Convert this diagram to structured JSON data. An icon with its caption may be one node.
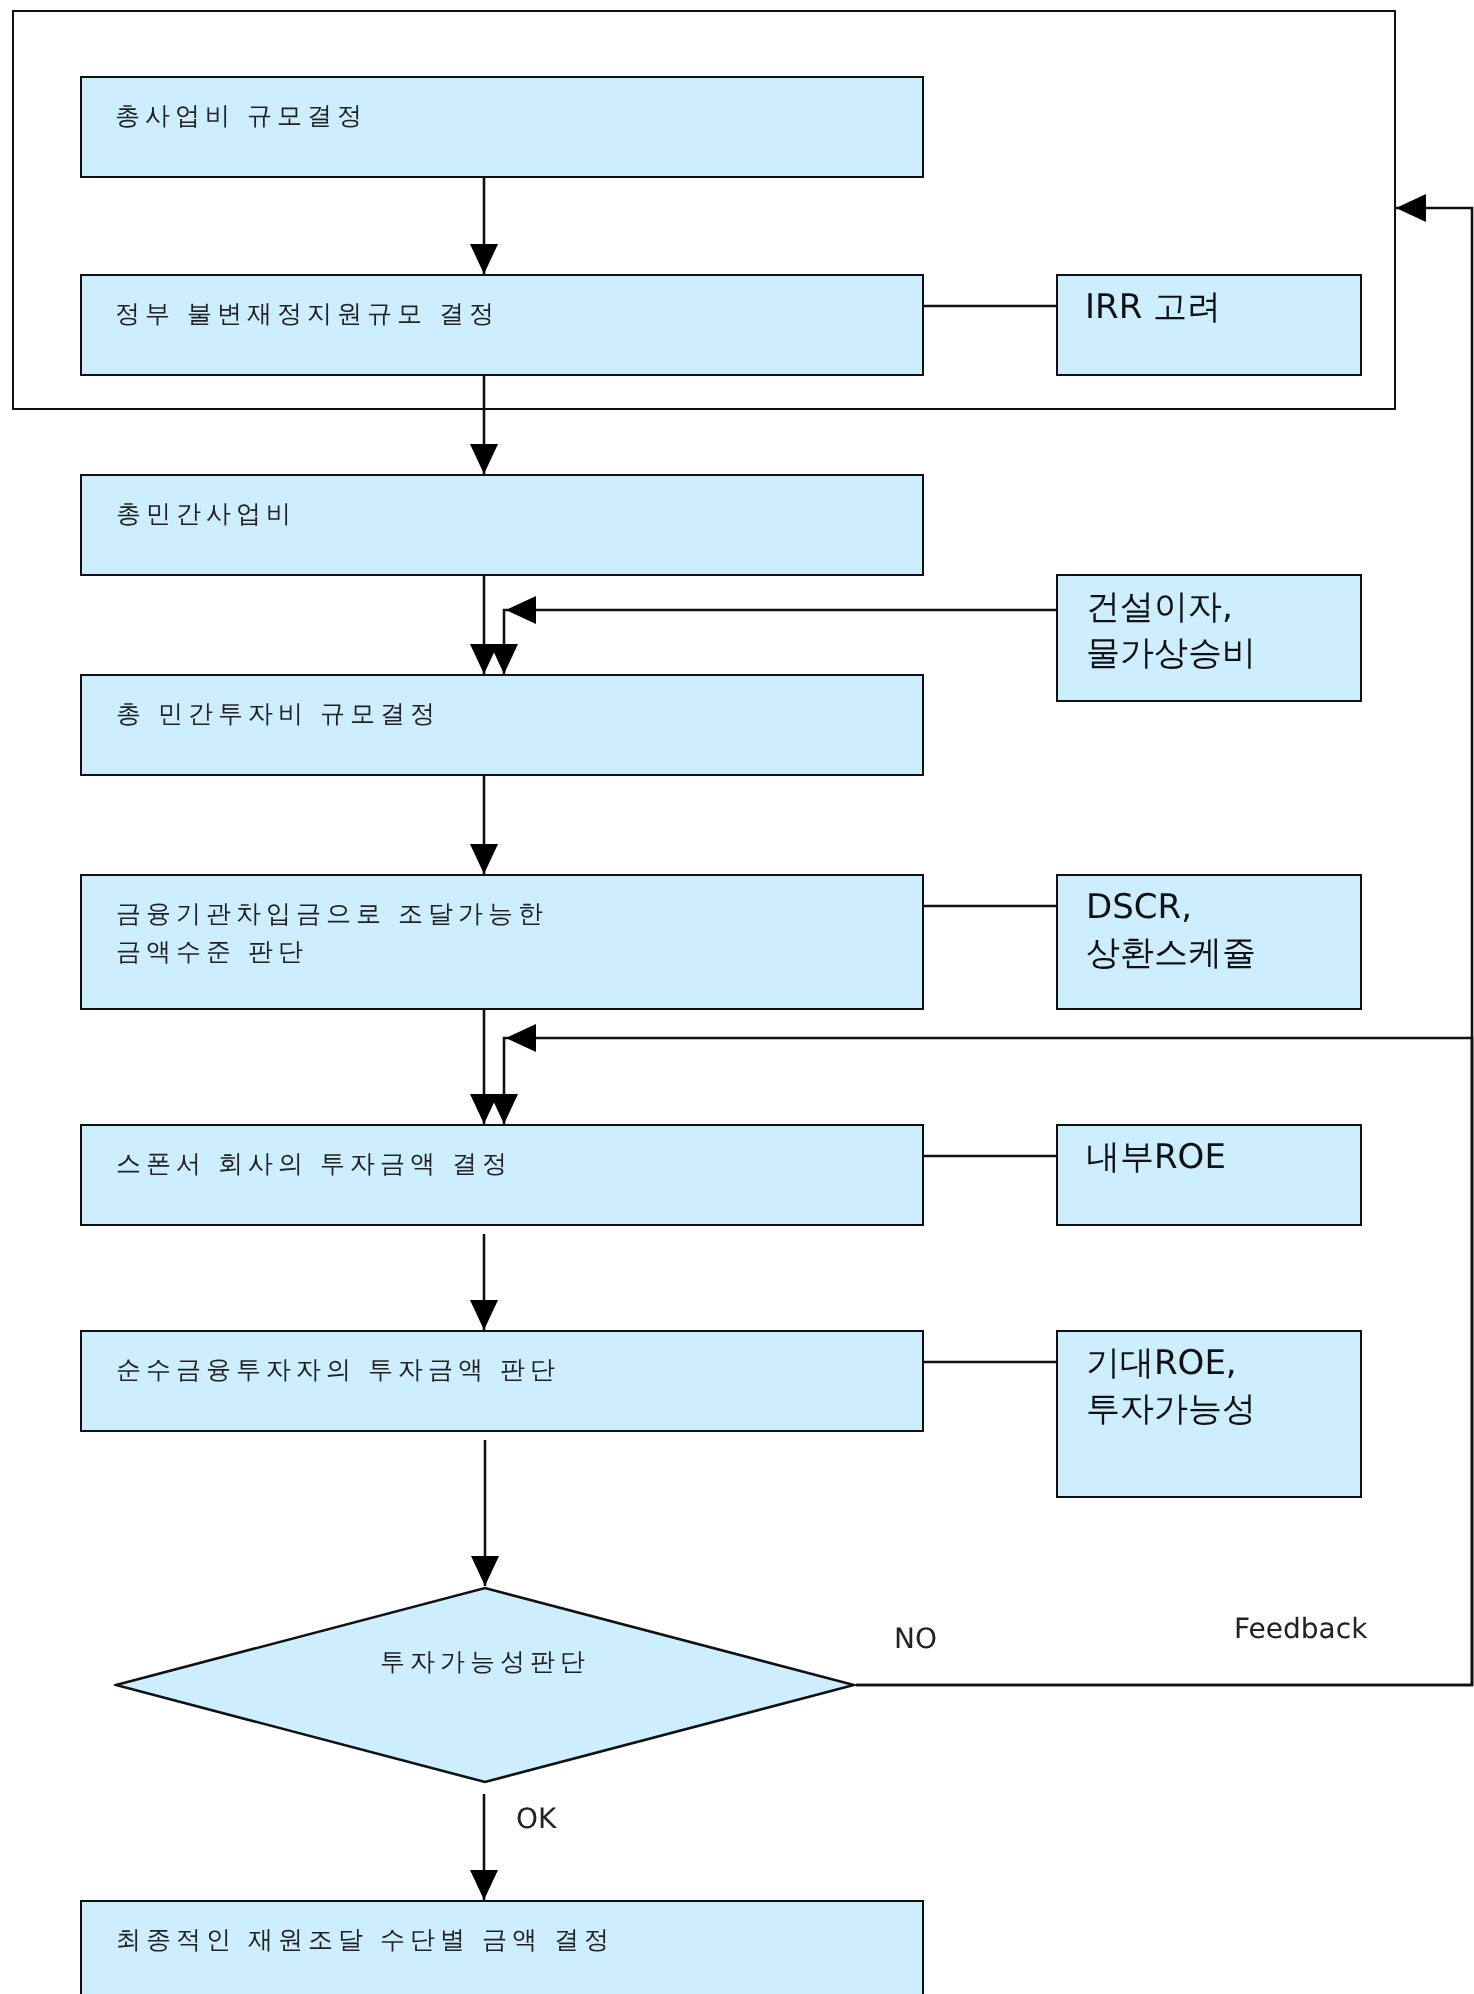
{
  "diagram": {
    "nodes": [
      {
        "text": [],
        "shape": "box"
      },
      {
        "text": [
          "총사업비 규모결정"
        ],
        "in": 0
      },
      {
        "text": [
          "정부 불변재정지원규모 결정"
        ],
        "in": 0
      },
      {
        "text": [
          "IRR 고려"
        ],
        "in": 0
      },
      {
        "text": [
          "총민간사업비"
        ]
      },
      {
        "text": [
          "건설이자, 물가상승비"
        ]
      },
      {
        "text": [
          "총 민간투자비 규모결정"
        ]
      },
      {
        "text": [
          "금융기관차입금으로 조달가능한 금액수준 판단"
        ]
      },
      {
        "text": [
          "DSCR, 상환스케쥴"
        ]
      },
      {
        "text": [
          "스폰서 회사의 투자금액 결정"
        ]
      },
      {
        "text": [
          "내부ROE"
        ]
      },
      {
        "text": [
          "순수금융투자자의 투자금액 판단"
        ]
      },
      {
        "text": [
          "기대ROE, 투자가능성"
        ]
      },
      {
        "text": [
          "투자가능성판단"
        ]
      },
      {
        "text": [
          "최종적인 재원조달 수단별 금액 결정"
        ]
      }
    ],
    "edges": [
      {
        "from": 1,
        "to": 2,
        "arrow": "to"
      },
      {
        "from": 3,
        "to": 2,
        "arrow": "none"
      },
      {
        "from": 2,
        "to": 4,
        "arrow": "to"
      },
      {
        "from": 4,
        "to": 6,
        "arrow": "to"
      },
      {
        "from": 5,
        "to": 6,
        "arrow": "to"
      },
      {
        "from": 6,
        "to": 7,
        "arrow": "to"
      },
      {
        "from": 8,
        "to": 7,
        "arrow": "none"
      },
      {
        "from": 7,
        "to": 9,
        "arrow": "to"
      },
      {
        "from": 10,
        "to": 9,
        "arrow": "none"
      },
      {
        "from": 9,
        "to": 11,
        "arrow": "to"
      },
      {
        "from": 12,
        "to": 11,
        "arrow": "none"
      },
      {
        "from": 11,
        "to": 13,
        "arrow": "to"
      },
      {
        "from": 13,
        "to": 0,
        "arrow": "to",
        "label": "Feedback"
      },
      {
        "from": 13,
        "to": 9,
        "arrow": "to",
        "label": "NO"
      },
      {
        "from": 13,
        "to": 14,
        "arrow": "to",
        "label": "OK"
      }
    ]
  }
}
